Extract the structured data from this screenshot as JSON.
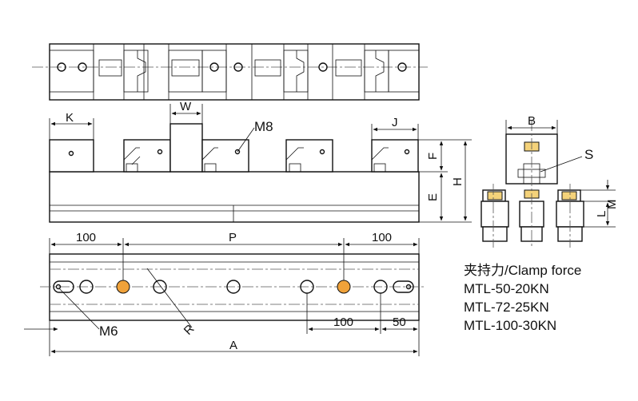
{
  "labels": {
    "k": "K",
    "w": "W",
    "m8": "M8",
    "j": "J",
    "b": "B",
    "s": "S",
    "f": "F",
    "e": "E",
    "h": "H",
    "l": "L",
    "m": "M",
    "dim_100_left": "100",
    "p": "P",
    "dim_100_right": "100",
    "m6": "M6",
    "r": "R",
    "dim_100_bottom": "100",
    "dim_50": "50",
    "a": "A"
  },
  "spec": {
    "title": "夹持力/Clamp force",
    "rows": [
      "MTL-50-20KN",
      "MTL-72-25KN",
      "MTL-100-30KN"
    ]
  },
  "colors": {
    "line": "#111111",
    "accent_orange": "#f0a23a",
    "pad_yellow": "#f4d27a",
    "center_line": "#555555"
  }
}
